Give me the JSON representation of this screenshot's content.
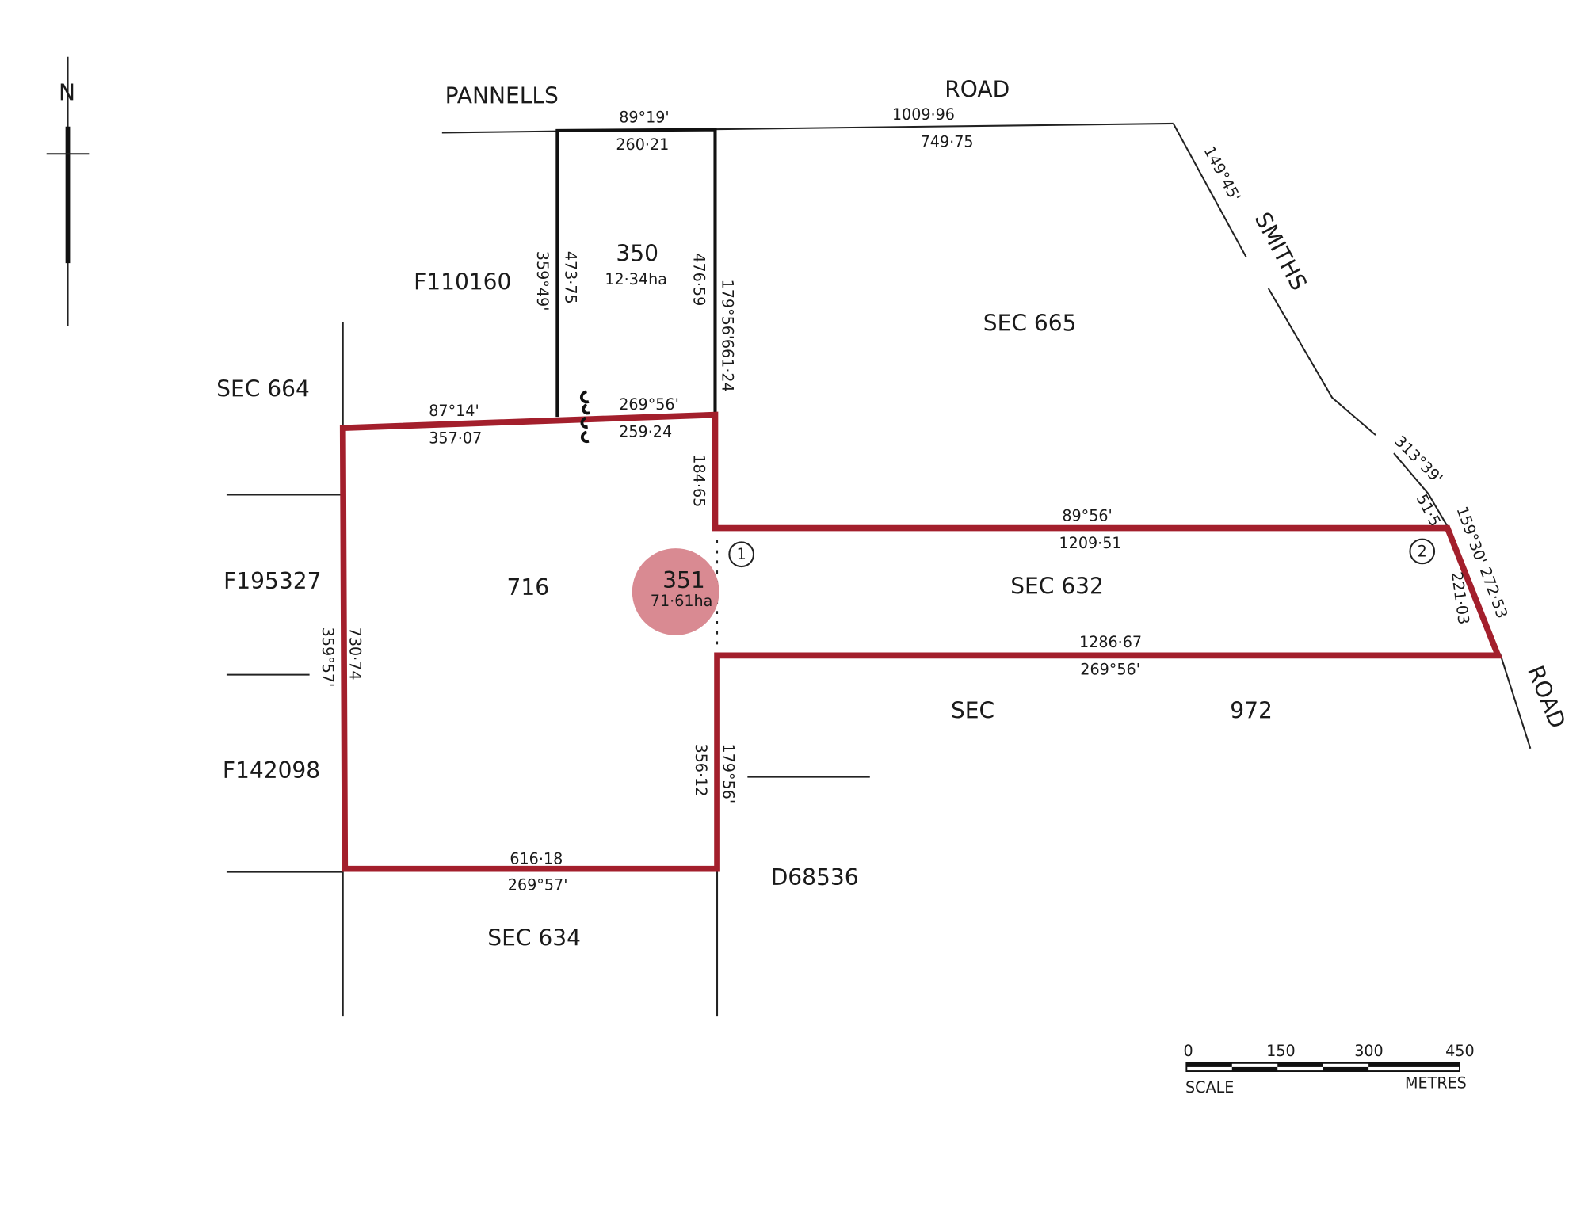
{
  "colors": {
    "boundary": "#a31f2c",
    "highlight": "#d98a92",
    "ink": "#1a1a1a"
  },
  "north": {
    "label": "N"
  },
  "roads": {
    "pannells": "PANNELLS",
    "road_top": "ROAD",
    "smiths": "SMITHS",
    "road_right": "ROAD"
  },
  "parcels": {
    "allot_350": {
      "number": "350",
      "area": "12·34ha"
    },
    "allot_351": {
      "number": "351",
      "area": "71·61ha"
    },
    "allot_716": "716",
    "sec_665": "SEC  665",
    "sec_664": "SEC  664",
    "sec_632": "SEC  632",
    "sec_972_a": "SEC",
    "sec_972_b": "972",
    "sec_634": "SEC  634",
    "f110160": "F110160",
    "f195327": "F195327",
    "f142098": "F142098",
    "d68536": "D68536"
  },
  "dimensions": {
    "top_bearing_350": "89°19'",
    "top_dist_350": "260·21",
    "road_dist_1": "1009·96",
    "road_dist_2": "749·75",
    "smiths_bearing": "149°45'",
    "w350_bearing": "359°49'",
    "w350_dist": "473·75",
    "e350_dist": "476·59",
    "e350_bearing": "179°56'",
    "e350_dist2": "661·24",
    "n716_bearing": "87°14'",
    "n716_dist": "357·07",
    "n350_bearing": "269°56'",
    "n350_dist": "259·24",
    "e716_dist": "184·65",
    "smiths_bearing_2": "313°39'",
    "corner_dist": "51·5",
    "n632_bearing": "89°56'",
    "n632_dist": "1209·51",
    "east_bearing": "159°30'",
    "east_dist_1": "272·53",
    "east_dist_2": "221·03",
    "s632_dist": "1286·67",
    "s632_bearing": "269°56'",
    "w716_bearing": "359°57'",
    "w716_dist": "730·74",
    "e716s_dist": "356·12",
    "e716s_bearing": "179°56'",
    "s716_dist": "616·18",
    "s716_bearing": "269°57'"
  },
  "markers": {
    "m1": "1",
    "m2": "2"
  },
  "scale_bar": {
    "ticks": [
      "0",
      "150",
      "300",
      "450"
    ],
    "left_label": "SCALE",
    "right_label": "METRES"
  }
}
